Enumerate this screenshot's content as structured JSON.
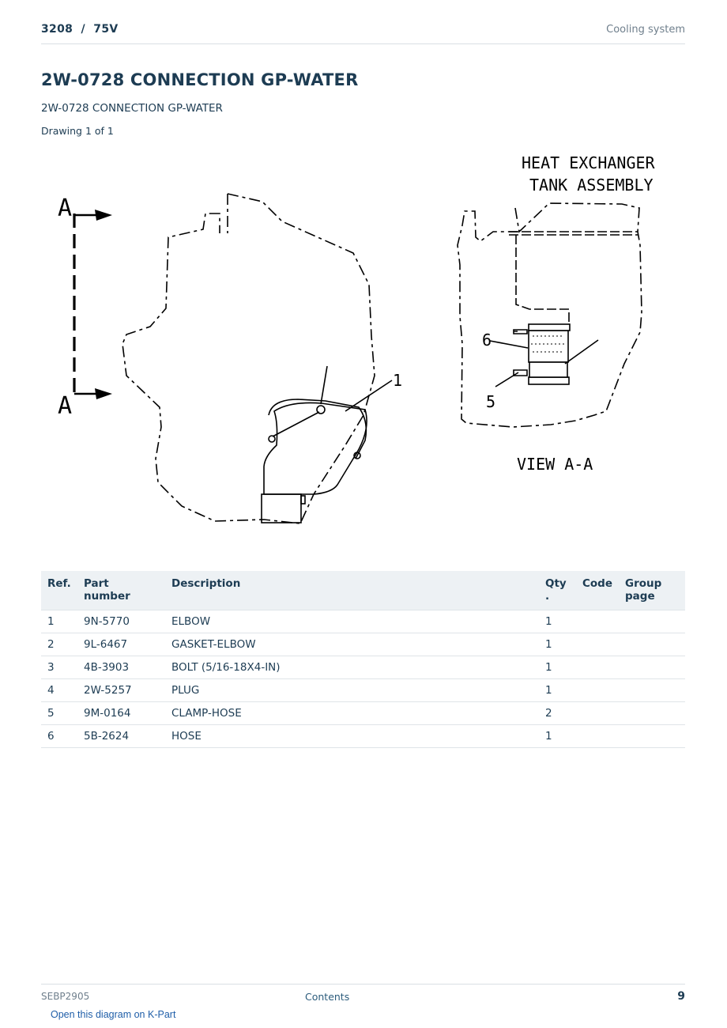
{
  "header": {
    "model": "3208  /  75V",
    "section": "Cooling system"
  },
  "page_title": "2W-0728 CONNECTION GP-WATER",
  "subtitle": "2W-0728 CONNECTION GP-WATER",
  "drawing_count": "Drawing 1 of 1",
  "drawing": {
    "label_heat_exchanger": "HEAT EXCHANGER",
    "label_tank_assembly": "TANK ASSEMBLY",
    "label_view": "VIEW A-A",
    "section_mark_top": "A",
    "section_mark_bottom": "A",
    "callout_1": "1",
    "callout_5": "5",
    "callout_6": "6"
  },
  "table": {
    "headers": {
      "ref": "Ref.",
      "part_number": "Part number",
      "description": "Description",
      "qty": "Qty\n.",
      "code": "Code",
      "group_page": "Group\npage"
    },
    "rows": [
      {
        "ref": "1",
        "part_number": "9N-5770",
        "description": "ELBOW",
        "qty": "1",
        "code": "",
        "group_page": ""
      },
      {
        "ref": "2",
        "part_number": "9L-6467",
        "description": "GASKET-ELBOW",
        "qty": "1",
        "code": "",
        "group_page": ""
      },
      {
        "ref": "3",
        "part_number": "4B-3903",
        "description": "BOLT (5/16-18X4-IN)",
        "qty": "1",
        "code": "",
        "group_page": ""
      },
      {
        "ref": "4",
        "part_number": "2W-5257",
        "description": "PLUG",
        "qty": "1",
        "code": "",
        "group_page": ""
      },
      {
        "ref": "5",
        "part_number": "9M-0164",
        "description": "CLAMP-HOSE",
        "qty": "2",
        "code": "",
        "group_page": ""
      },
      {
        "ref": "6",
        "part_number": "5B-2624",
        "description": "HOSE",
        "qty": "1",
        "code": "",
        "group_page": ""
      }
    ]
  },
  "footer": {
    "doc_id": "SEBP2905",
    "contents_link": "Contents",
    "page_number": "9",
    "kpart_link": "Open this diagram on K-Part"
  }
}
